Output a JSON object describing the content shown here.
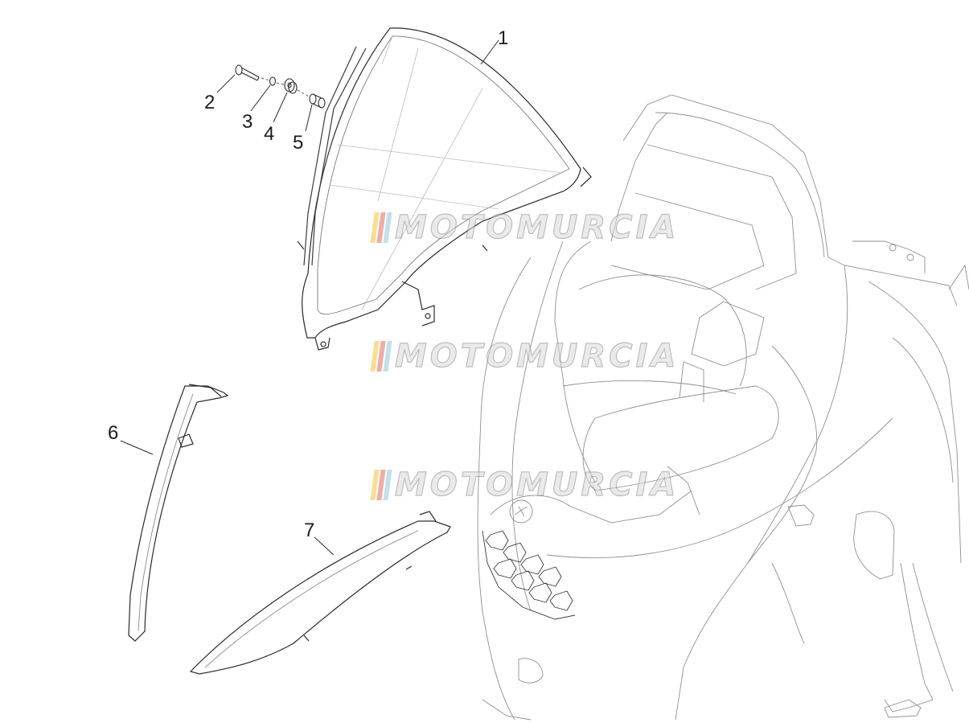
{
  "diagram": {
    "callouts": [
      {
        "id": "1",
        "label": "1"
      },
      {
        "id": "2",
        "label": "2"
      },
      {
        "id": "3",
        "label": "3"
      },
      {
        "id": "4",
        "label": "4"
      },
      {
        "id": "5",
        "label": "5"
      },
      {
        "id": "6",
        "label": "6"
      },
      {
        "id": "7",
        "label": "7"
      }
    ],
    "watermark": {
      "text": "MOTOMURCIA",
      "stripe_colors": [
        "#f3c43c",
        "#e96a5a",
        "#8fc8d9"
      ]
    },
    "colors": {
      "line": "#2a2a2a",
      "faint_line": "#9a9a9a"
    }
  }
}
